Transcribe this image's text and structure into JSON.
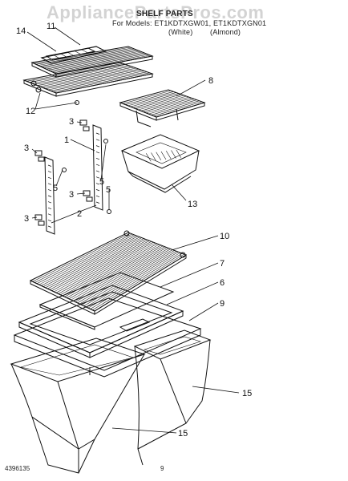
{
  "watermark": "AppliancePartsPros.com",
  "header": {
    "title": "SHELF PARTS",
    "models": "For Models: ET1KDTXGW01, ET1KDTXGN01",
    "color_white": "(White)",
    "color_almond": "(Almond)"
  },
  "callouts": {
    "c14": "14",
    "c11": "11",
    "c8": "8",
    "c12": "12",
    "c3a": "3",
    "c3b": "3",
    "c3c": "3",
    "c3d": "3",
    "c1": "1",
    "c5a": "5",
    "c5b": "5",
    "c5c": "5",
    "c2": "2",
    "c13": "13",
    "c10": "10",
    "c7": "7",
    "c6": "6",
    "c9": "9",
    "c15a": "15",
    "c15b": "15"
  },
  "footer": {
    "doc_number": "4396135",
    "page": "9"
  }
}
